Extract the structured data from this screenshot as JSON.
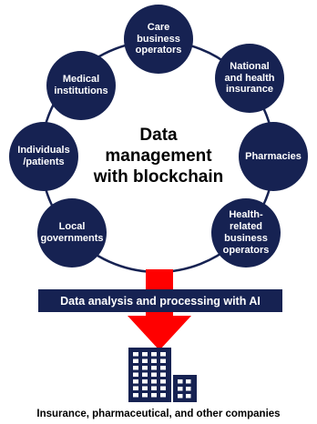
{
  "center": {
    "title": "Data\nmanagement\nwith blockchain"
  },
  "nodes": [
    {
      "id": "care-business-operators",
      "label": "Care\nbusiness\noperators"
    },
    {
      "id": "national-health-insurance",
      "label": "National\nand health\ninsurance"
    },
    {
      "id": "pharmacies",
      "label": "Pharmacies"
    },
    {
      "id": "health-related-business-operators",
      "label": "Health-related\nbusiness\noperators"
    },
    {
      "id": "local-governments",
      "label": "Local\ngovernments"
    },
    {
      "id": "individuals-patients",
      "label": "Individuals\n/patients"
    },
    {
      "id": "medical-institutions",
      "label": "Medical\ninstitutions"
    }
  ],
  "process_band": {
    "label": "Data analysis and processing with AI"
  },
  "footer": {
    "label": "Insurance, pharmaceutical, and other companies"
  },
  "colors": {
    "node": "#162252",
    "band": "#162252",
    "arrow": "#ff0000",
    "ring": "#162252",
    "building": "#162252"
  },
  "icons": {
    "buildings": "office-buildings-icon"
  }
}
